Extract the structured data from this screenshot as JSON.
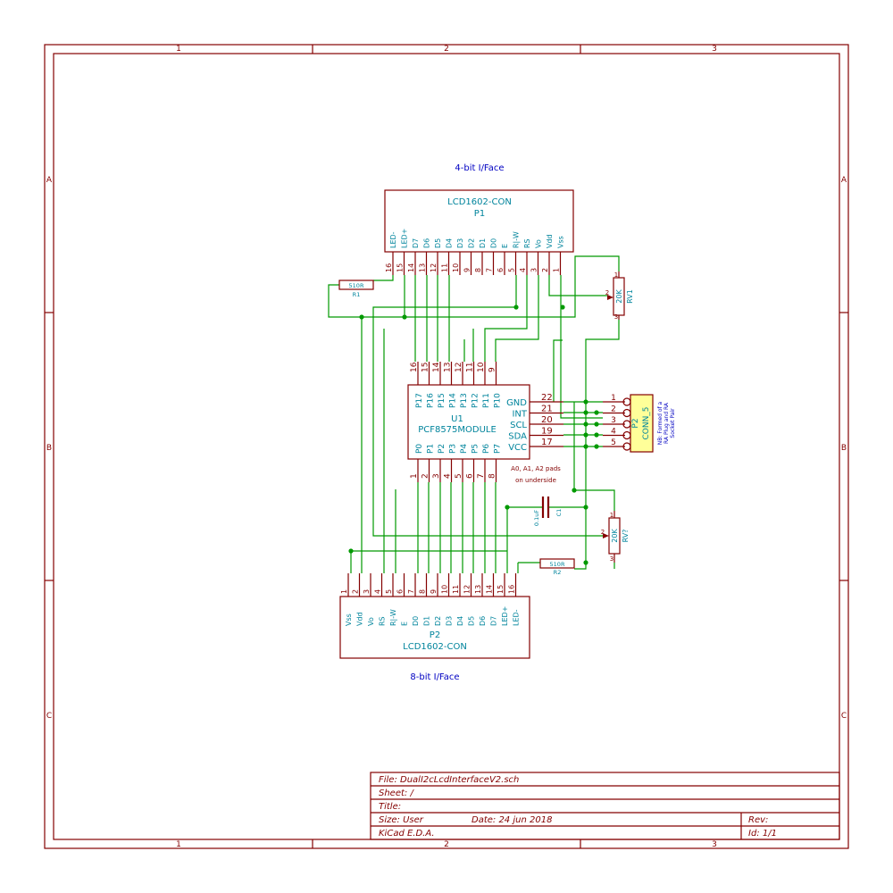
{
  "colors": {
    "frame": "#840000",
    "wire": "#009900",
    "component": "#840000",
    "label_blue": "#0000c2",
    "label_teal": "#00849c",
    "connector_fill": "#ffff99"
  },
  "frame": {
    "columns": [
      "1",
      "2",
      "3"
    ],
    "rows": [
      "A",
      "B",
      "C"
    ]
  },
  "headings": {
    "four_bit": "4-bit I/Face",
    "eight_bit": "8-bit I/Face"
  },
  "p1": {
    "value": "LCD1602-CON",
    "ref": "P1",
    "pins": [
      {
        "name": "LED-",
        "num": "16"
      },
      {
        "name": "LED+",
        "num": "15"
      },
      {
        "name": "D7",
        "num": "14"
      },
      {
        "name": "D6",
        "num": "13"
      },
      {
        "name": "D5",
        "num": "12"
      },
      {
        "name": "D4",
        "num": "11"
      },
      {
        "name": "D3",
        "num": "10"
      },
      {
        "name": "D2",
        "num": "9"
      },
      {
        "name": "D1",
        "num": "8"
      },
      {
        "name": "D0",
        "num": "7"
      },
      {
        "name": "E",
        "num": "6"
      },
      {
        "name": "R|-W",
        "num": "5"
      },
      {
        "name": "RS",
        "num": "4"
      },
      {
        "name": "Vo",
        "num": "3"
      },
      {
        "name": "Vdd",
        "num": "2"
      },
      {
        "name": "Vss",
        "num": "1"
      }
    ]
  },
  "p2": {
    "value": "LCD1602-CON",
    "ref": "P2",
    "pins": [
      {
        "name": "Vss",
        "num": "1"
      },
      {
        "name": "Vdd",
        "num": "2"
      },
      {
        "name": "Vo",
        "num": "3"
      },
      {
        "name": "RS",
        "num": "4"
      },
      {
        "name": "R|-W",
        "num": "5"
      },
      {
        "name": "E",
        "num": "6"
      },
      {
        "name": "D0",
        "num": "7"
      },
      {
        "name": "D1",
        "num": "8"
      },
      {
        "name": "D2",
        "num": "9"
      },
      {
        "name": "D3",
        "num": "10"
      },
      {
        "name": "D4",
        "num": "11"
      },
      {
        "name": "D5",
        "num": "12"
      },
      {
        "name": "D6",
        "num": "13"
      },
      {
        "name": "D7",
        "num": "14"
      },
      {
        "name": "LED+",
        "num": "15"
      },
      {
        "name": "LED-",
        "num": "16"
      }
    ]
  },
  "u1": {
    "ref": "U1",
    "value": "PCF8575MODULE",
    "top_pins": [
      {
        "name": "P17",
        "num": "16"
      },
      {
        "name": "P16",
        "num": "15"
      },
      {
        "name": "P15",
        "num": "14"
      },
      {
        "name": "P14",
        "num": "13"
      },
      {
        "name": "P13",
        "num": "12"
      },
      {
        "name": "P12",
        "num": "11"
      },
      {
        "name": "P11",
        "num": "10"
      },
      {
        "name": "P10",
        "num": "9"
      }
    ],
    "bottom_pins": [
      {
        "name": "P0",
        "num": "1"
      },
      {
        "name": "P1",
        "num": "2"
      },
      {
        "name": "P2",
        "num": "3"
      },
      {
        "name": "P3",
        "num": "4"
      },
      {
        "name": "P4",
        "num": "5"
      },
      {
        "name": "P5",
        "num": "6"
      },
      {
        "name": "P6",
        "num": "7"
      },
      {
        "name": "P7",
        "num": "8"
      }
    ],
    "right_pins": [
      {
        "name": "GND",
        "num": "22"
      },
      {
        "name": "INT",
        "num": "21"
      },
      {
        "name": "SCL",
        "num": "20"
      },
      {
        "name": "SDA",
        "num": "19"
      },
      {
        "name": "VCC",
        "num": "17"
      }
    ],
    "note_line1": "A0, A1, A2 pads",
    "note_line2": "on underside"
  },
  "conn5": {
    "ref": "P2",
    "value": "CONN_5",
    "pins": [
      "1",
      "2",
      "3",
      "4",
      "5"
    ],
    "note_line1": "NB: Formed of a",
    "note_line2": "RA Plug and RA",
    "note_line3": "Socket Pair"
  },
  "rv1": {
    "ref": "RV1",
    "value": "20K",
    "pins": [
      "1",
      "2",
      "3"
    ]
  },
  "rv2": {
    "ref": "RV?",
    "value": "20K",
    "pins": [
      "1",
      "2",
      "3"
    ]
  },
  "r1": {
    "ref": "R1",
    "value": "510R"
  },
  "r2": {
    "ref": "R2",
    "value": "510R"
  },
  "c1": {
    "ref": "C1",
    "value": "0.1uF"
  },
  "title_block": {
    "file": "File: DualI2cLcdInterfaceV2.sch",
    "sheet": "Sheet: /",
    "title": "Title:",
    "size": "Size: User",
    "date": "Date: 24 jun 2018",
    "rev": "Rev:",
    "app": "KiCad E.D.A.",
    "id": "Id: 1/1"
  }
}
